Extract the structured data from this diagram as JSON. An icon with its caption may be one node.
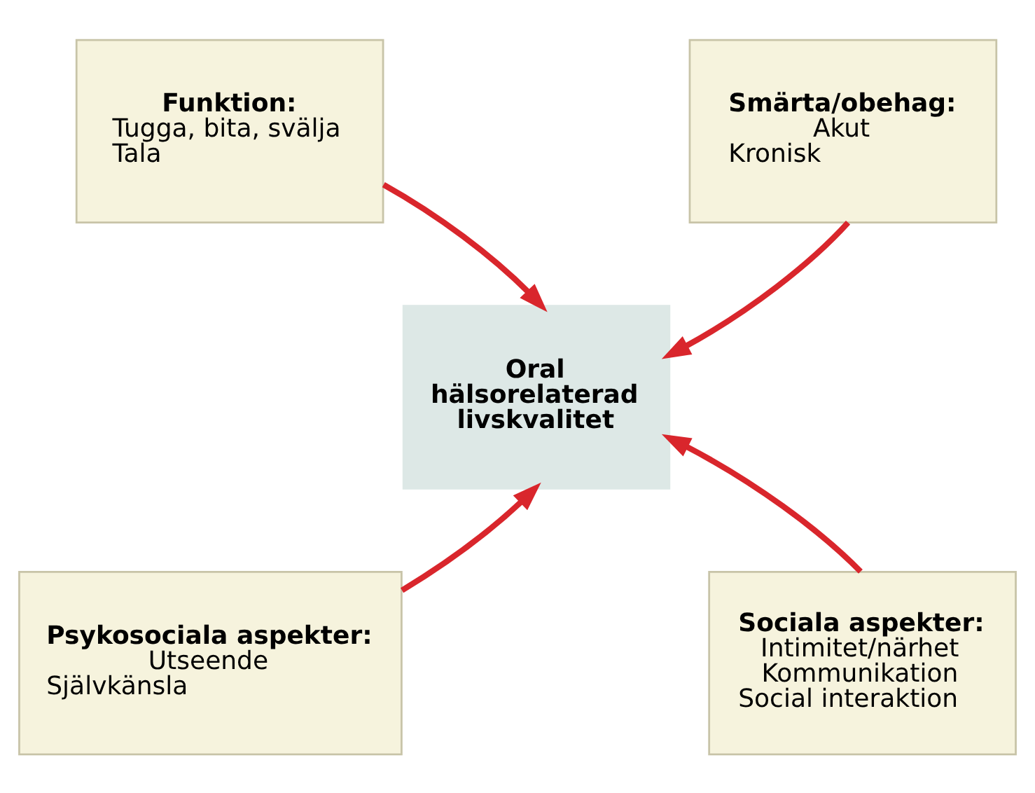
{
  "diagram": {
    "nodes": [
      {
        "text": [
          "Funktion:",
          "Tugga, bita, svälja",
          "Tala"
        ]
      },
      {
        "text": [
          "Smärta/obehag:",
          "Akut",
          "Kronisk"
        ]
      },
      {
        "text": [
          "Oral hälsorelaterad livskvalitet"
        ]
      },
      {
        "text": [
          "Psykosociala aspekter:",
          "Utseende",
          "Självkänsla"
        ]
      },
      {
        "text": [
          "Sociala aspekter:",
          "Intimitet/närhet",
          "Kommunikation",
          "Social interaktion"
        ]
      }
    ],
    "edges": [
      {
        "from": 0,
        "to": 2,
        "arrow": "to"
      },
      {
        "from": 1,
        "to": 2,
        "arrow": "to"
      },
      {
        "from": 3,
        "to": 2,
        "arrow": "to"
      },
      {
        "from": 4,
        "to": 2,
        "arrow": "to"
      }
    ]
  }
}
